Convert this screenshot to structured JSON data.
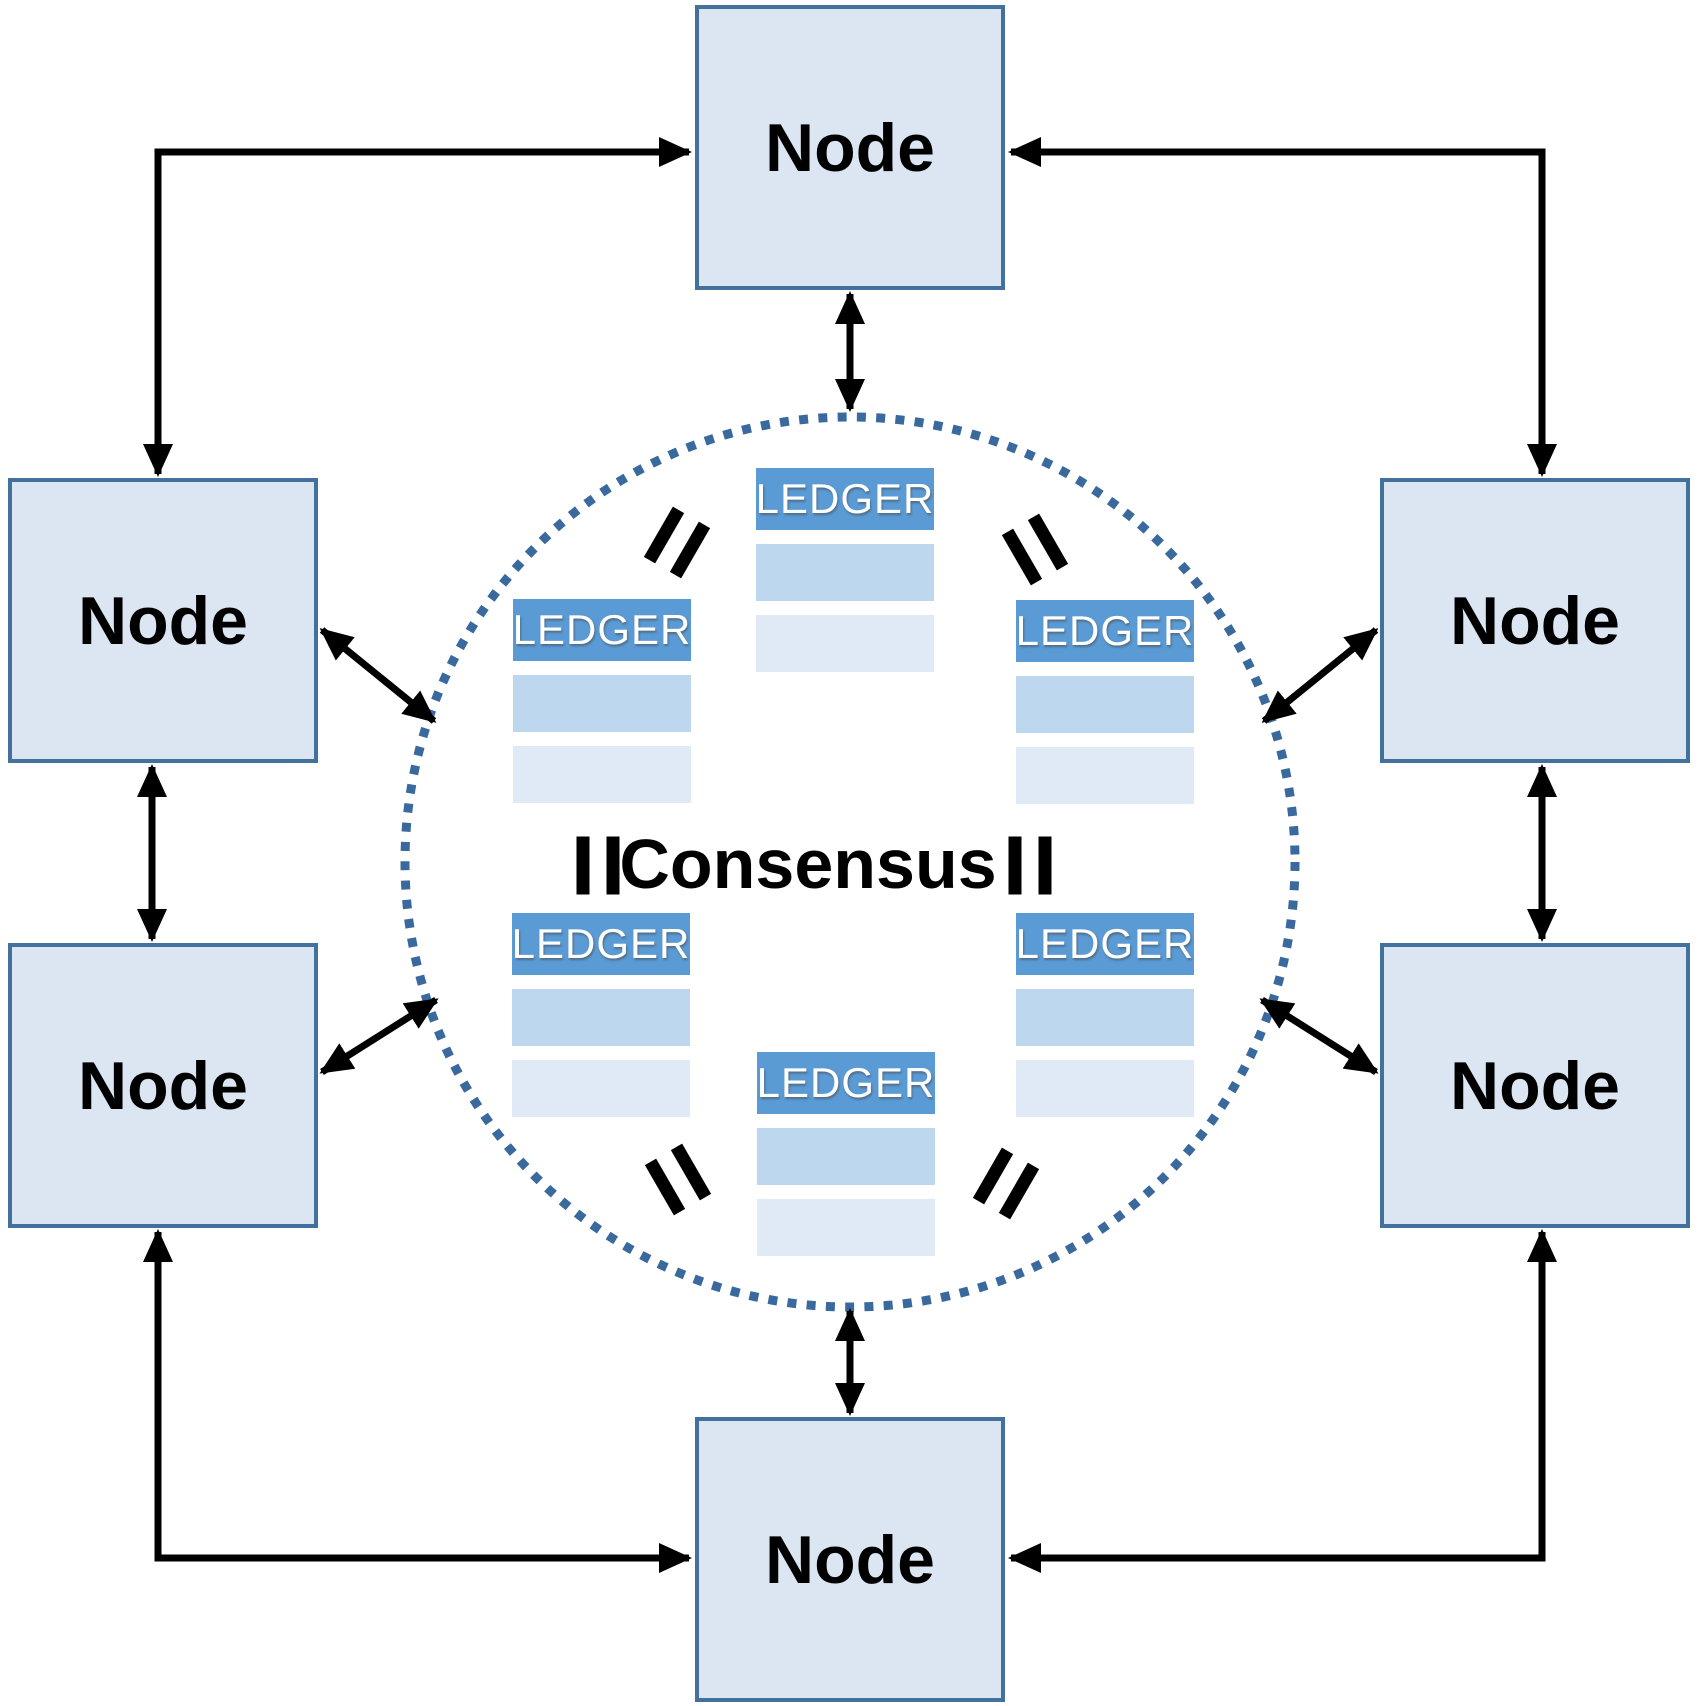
{
  "diagram": {
    "consensus_label": "Consensus",
    "equals_sign": "=",
    "nodes": [
      {
        "id": "top",
        "label": "Node"
      },
      {
        "id": "left-upper",
        "label": "Node"
      },
      {
        "id": "right-upper",
        "label": "Node"
      },
      {
        "id": "left-lower",
        "label": "Node"
      },
      {
        "id": "right-lower",
        "label": "Node"
      },
      {
        "id": "bottom",
        "label": "Node"
      }
    ],
    "ledgers": [
      {
        "id": "top-center",
        "title": "LEDGER"
      },
      {
        "id": "upper-left",
        "title": "LEDGER"
      },
      {
        "id": "upper-right",
        "title": "LEDGER"
      },
      {
        "id": "lower-left",
        "title": "LEDGER"
      },
      {
        "id": "lower-right",
        "title": "LEDGER"
      },
      {
        "id": "bottom-center",
        "title": "LEDGER"
      }
    ],
    "colors": {
      "node_fill": "#dbe6f2",
      "node_border": "#41719c",
      "ledger_header_fill": "#5b9bd5",
      "ledger_header_text": "#ffffff",
      "ledger_row_medium": "#bdd7ee",
      "ledger_row_light": "#dfeaf6",
      "circle_dot": "#3a6a9d",
      "arrow": "#000000",
      "equals": "#000000"
    }
  }
}
